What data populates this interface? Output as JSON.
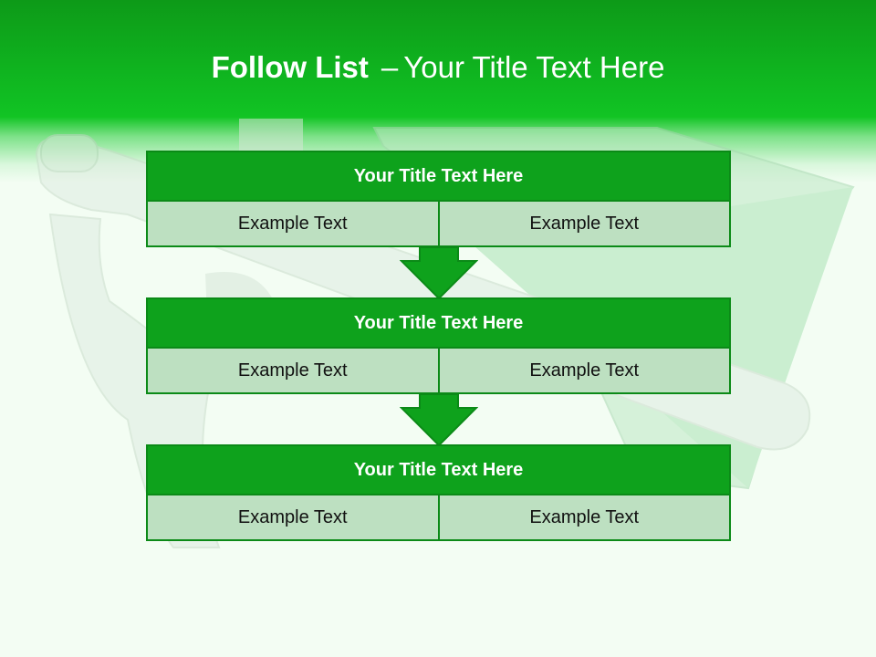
{
  "slide": {
    "title_bold": "Follow List",
    "title_dash": "–",
    "title_rest": "Your Title Text Here"
  },
  "blocks": [
    {
      "title": "Your Title Text Here",
      "cells": [
        "Example Text",
        "Example Text"
      ]
    },
    {
      "title": "Your Title Text Here",
      "cells": [
        "Example Text",
        "Example Text"
      ]
    },
    {
      "title": "Your Title Text Here",
      "cells": [
        "Example Text",
        "Example Text"
      ]
    }
  ],
  "colors": {
    "header_green": "#10be22",
    "block_title_bg": "#0ea21c",
    "block_border": "#0b8a17",
    "cell_bg": "#bde0c1",
    "page_bg": "#f3fdf3"
  },
  "icons": [
    "down-arrow-icon",
    "mailbox-illustration"
  ]
}
